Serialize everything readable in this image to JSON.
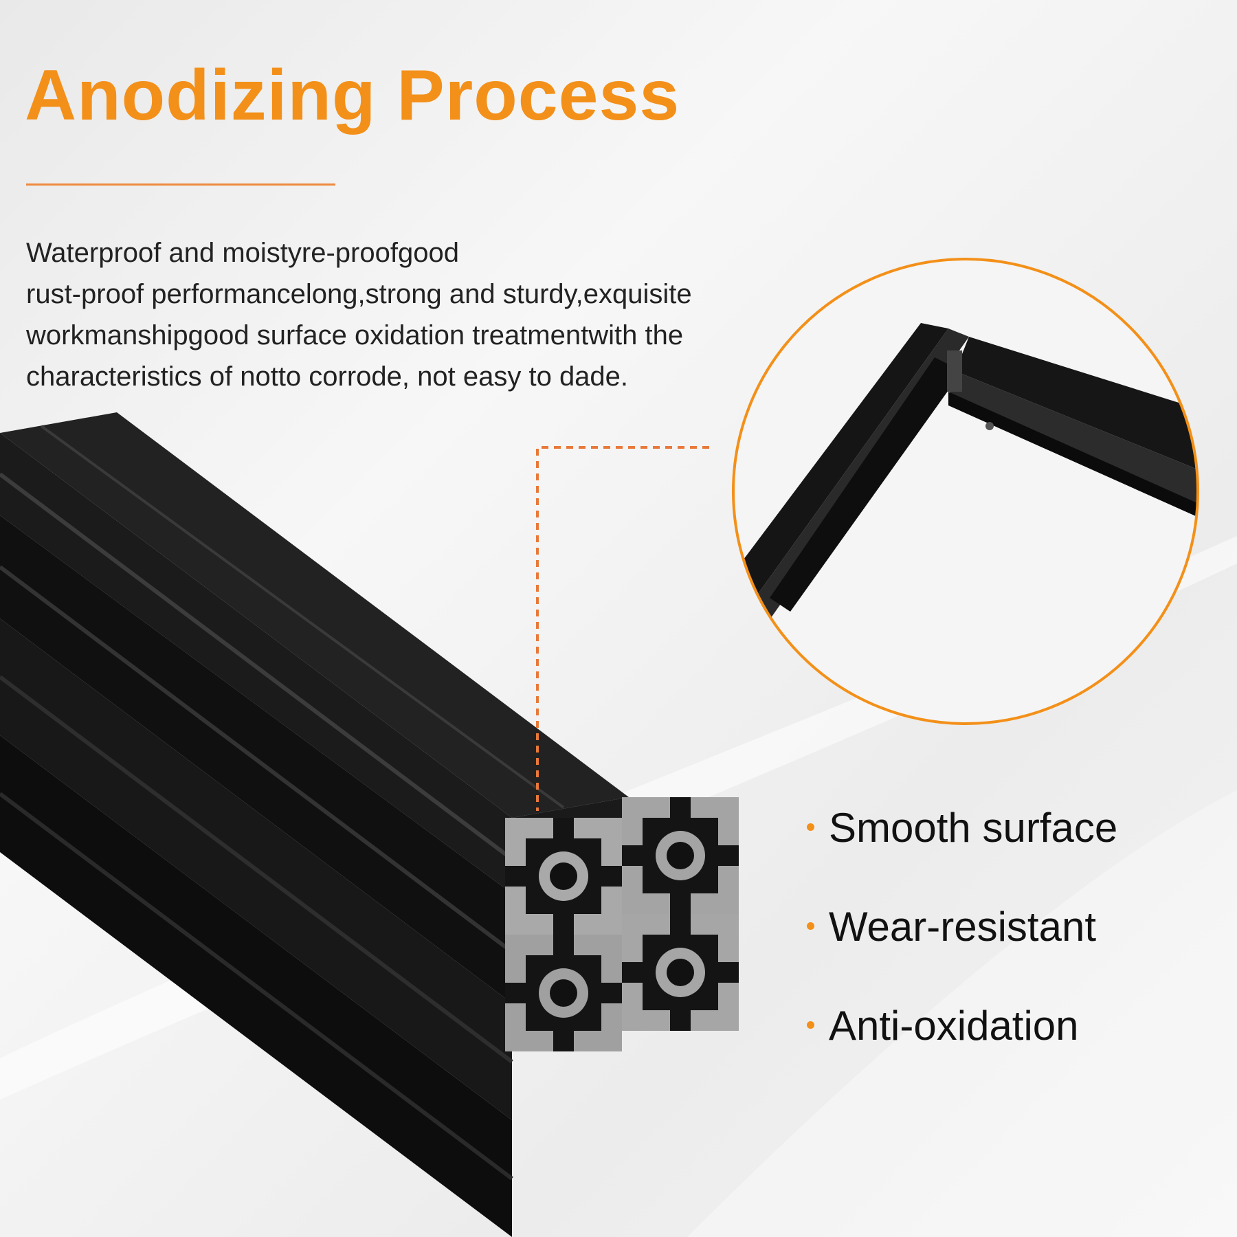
{
  "title": "Anodizing Process",
  "description": {
    "lines": [
      "Waterproof and moistyre-proofgood",
      "rust-proof performancelong,strong and sturdy,exquisite",
      "workmanshipgood surface oxidation treatmentwith the",
      "characteristics of notto corrode, not easy to dade."
    ]
  },
  "features": [
    {
      "label": "Smooth surface"
    },
    {
      "label": "Wear-resistant"
    },
    {
      "label": "Anti-oxidation"
    }
  ],
  "colors": {
    "accent": "#f39019",
    "rule": "#ee8a3e",
    "profile": "#141414",
    "cross_section": "#a7a7a7"
  },
  "icons": {
    "bullet": "bullet-dot-icon"
  }
}
